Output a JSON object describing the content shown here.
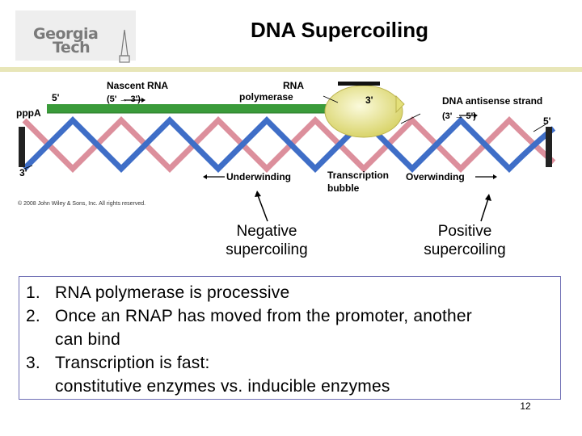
{
  "title": "DNA Supercoiling",
  "logo": {
    "line1": "Georgia",
    "line2": "Tech"
  },
  "figure": {
    "labels": {
      "nascent_rna": "Nascent RNA",
      "nascent_dir": "(5' → 3')",
      "five_prime_rna": "5'",
      "ppp": "pppA",
      "rna_polymerase_1": "RNA",
      "rna_polymerase_2": "polymerase",
      "three_prime_rna": "3'",
      "antisense": "DNA antisense strand",
      "antisense_dir": "(3' → 5')",
      "five_prime_right": "5'",
      "three_prime_left": "3'",
      "underwinding": "Underwinding",
      "transcription_1": "Transcription",
      "transcription_2": "bubble",
      "overwinding": "Overwinding",
      "copyright": "© 2008 John Wiley & Sons, Inc. All rights reserved."
    }
  },
  "annotations": {
    "negative": [
      "Negative",
      "supercoiling"
    ],
    "positive": [
      "Positive",
      "supercoiling"
    ]
  },
  "points": [
    {
      "num": "1.",
      "lines": [
        "RNA polymerase is processive"
      ]
    },
    {
      "num": "2.",
      "lines": [
        "Once an RNAP has moved from the promoter, another",
        "can bind"
      ]
    },
    {
      "num": "3.",
      "lines": [
        "Transcription is fast:",
        "constitutive enzymes vs. inducible enzymes"
      ]
    }
  ],
  "page_number": "12",
  "colors": {
    "rna": "#3a9b3a",
    "helix_blue": "#3f6ec7",
    "helix_pink": "#dc8f9c",
    "polymerase": "#e4e07a"
  }
}
